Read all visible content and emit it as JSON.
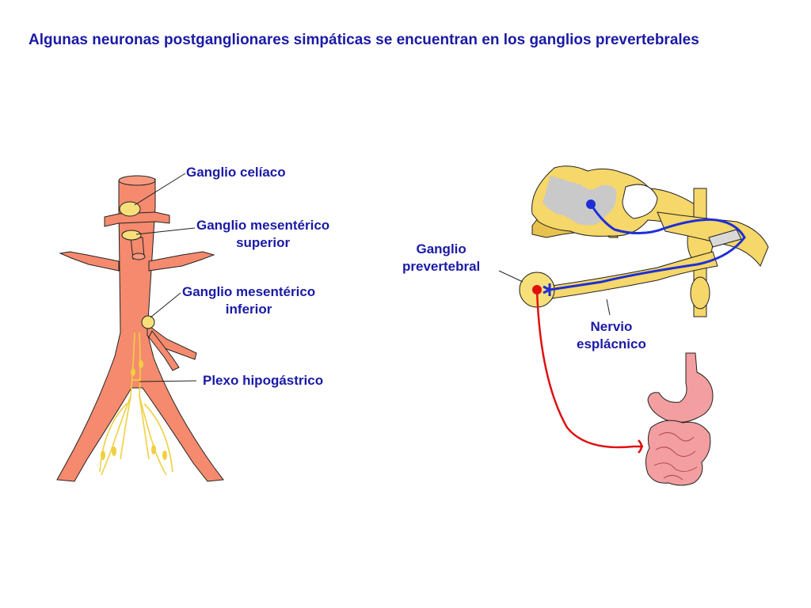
{
  "title": "Algunas neuronas postganglionares simpáticas se encuentran en los ganglios prevertebrales",
  "labels": {
    "celiaco": "Ganglio celíaco",
    "mes_sup_1": "Ganglio mesentérico",
    "mes_sup_2": "superior",
    "mes_inf_1": "Ganglio mesentérico",
    "mes_inf_2": "inferior",
    "plexo": "Plexo hipogástrico",
    "prevert_1": "Ganglio",
    "prevert_2": "prevertebral",
    "nervio_1": "Nervio",
    "nervio_2": "esplácnico"
  },
  "colors": {
    "title_text": "#1a1aa6",
    "artery": "#f58a6e",
    "ganglion": "#f7e07a",
    "spinal_cord": "#f5d76a",
    "gray_matter": "#c9c9c9",
    "preganglionic_fiber": "#1f2fd6",
    "postganglionic_fiber": "#e01010",
    "intestine": "#f39ea0"
  }
}
